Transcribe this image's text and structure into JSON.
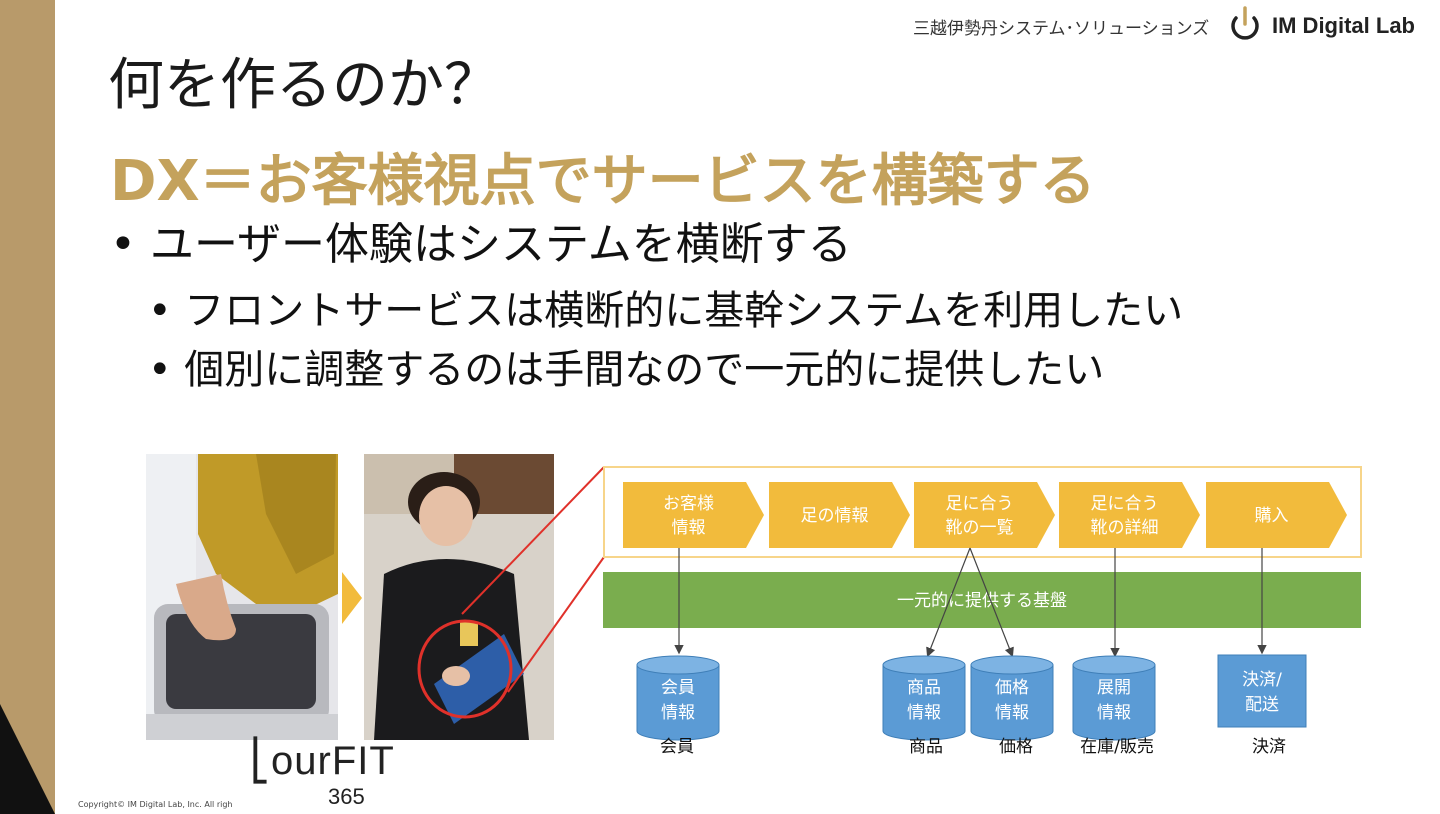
{
  "header": {
    "company": "三越伊勢丹システム･ソリューションズ",
    "logo_text": "IM Digital Lab"
  },
  "slide": {
    "title": "何を作るのか？",
    "subtitle": "DX＝お客様視点でサービスを構築する",
    "bullets": [
      "• ユーザー体験はシステムを横断する",
      "• フロントサービスは横断的に基幹システムを利用したい",
      "• 個別に調整するのは手間なので一元的に提供したい"
    ]
  },
  "product": {
    "name": "ourFIT",
    "number": "365"
  },
  "copyright": "Copyright© IM Digital Lab, Inc. All righ",
  "diagram": {
    "steps": [
      [
        "お客様",
        "情報"
      ],
      [
        "足の情報"
      ],
      [
        "足に合う",
        "靴の一覧"
      ],
      [
        "足に合う",
        "靴の詳細"
      ],
      [
        "購入"
      ]
    ],
    "platform": "一元的に提供する基盤",
    "databases": [
      {
        "lines": [
          "会員",
          "情報"
        ],
        "caption": "会員"
      },
      {
        "lines": [
          "商品",
          "情報"
        ],
        "caption": "商品"
      },
      {
        "lines": [
          "価格",
          "情報"
        ],
        "caption": "価格"
      },
      {
        "lines": [
          "展開",
          "情報"
        ],
        "caption": "在庫/販売"
      }
    ],
    "payment": {
      "lines": [
        "決済/",
        "配送"
      ],
      "caption": "決済"
    },
    "colors": {
      "arrow": "#f2bb3c",
      "platform": "#7aad4e",
      "db": "#5b9bd5",
      "highlight_box": "#f7d58a",
      "callout": "#e0312a"
    }
  }
}
